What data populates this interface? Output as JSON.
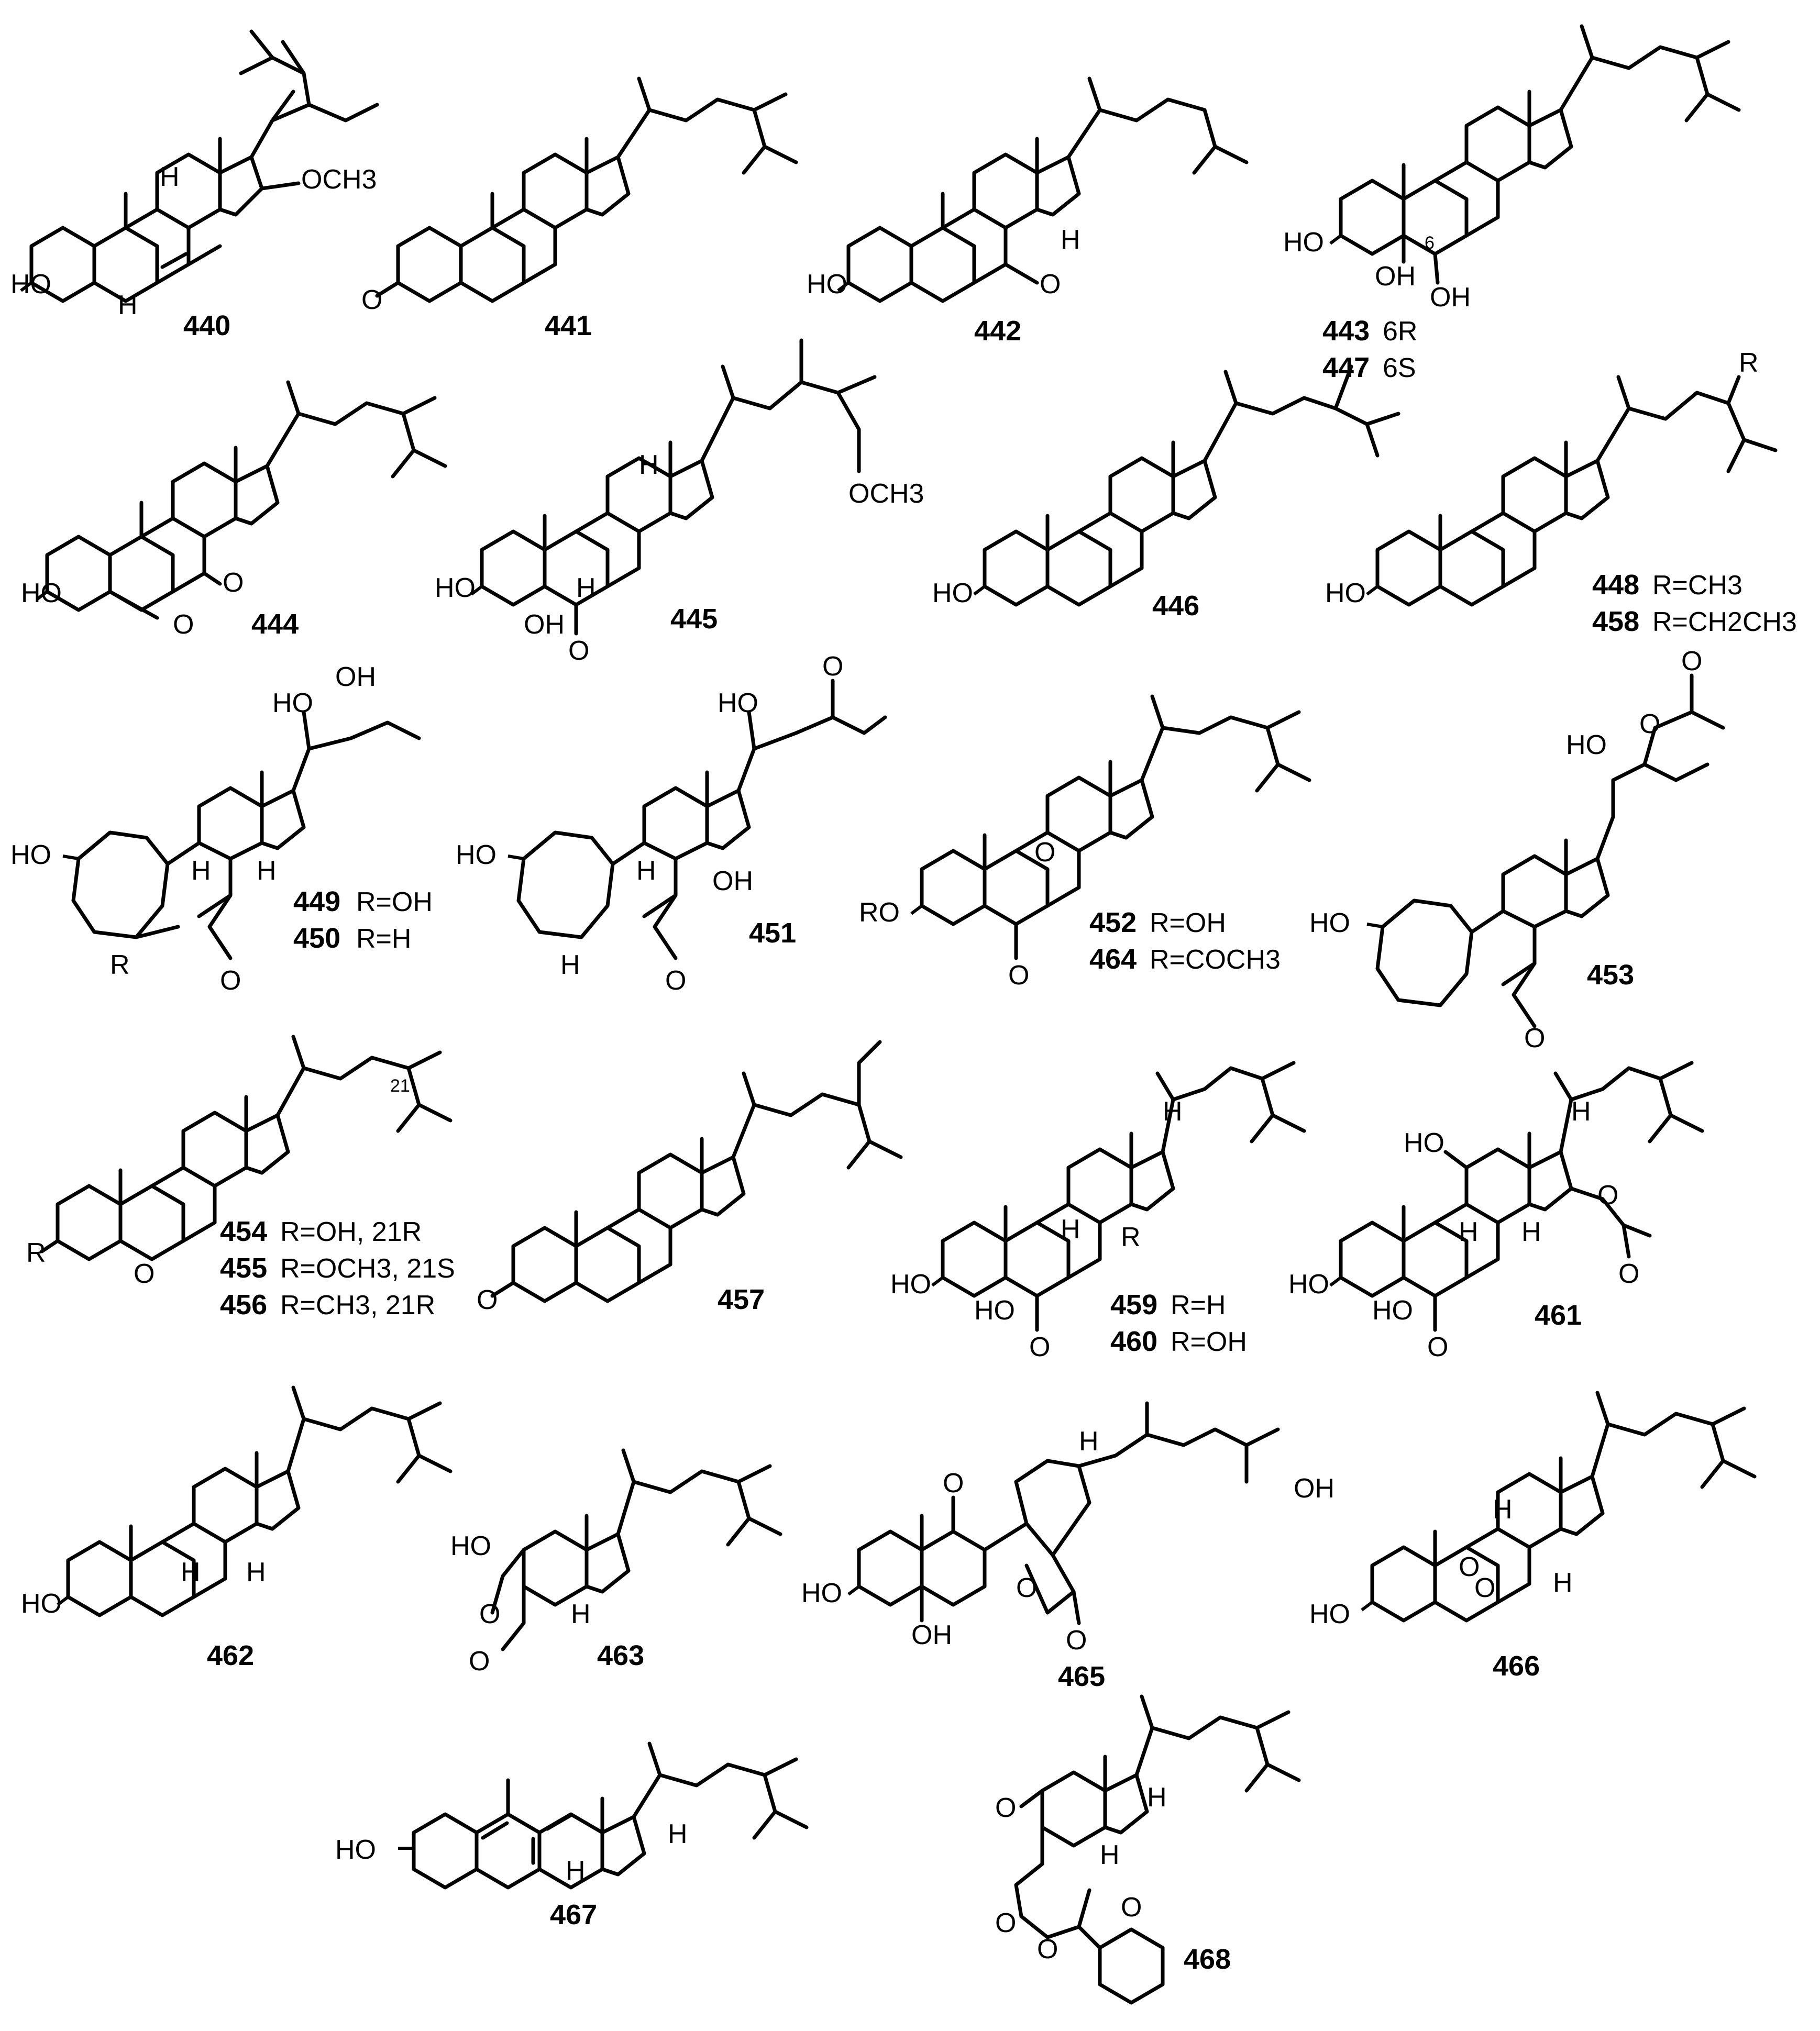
{
  "compounds": [
    {
      "id": "440",
      "labels": [
        "HO",
        "H",
        "H",
        "OCH3"
      ]
    },
    {
      "id": "441",
      "labels": [
        "O"
      ]
    },
    {
      "id": "442",
      "labels": [
        "HO",
        "O",
        "H"
      ]
    },
    {
      "id": "443",
      "variant": "6R",
      "labels": [
        "HO",
        "OH",
        "OH",
        "6"
      ]
    },
    {
      "id": "447",
      "variant": "6S"
    },
    {
      "id": "444",
      "labels": [
        "HO",
        "O",
        "O"
      ]
    },
    {
      "id": "445",
      "labels": [
        "HO",
        "OH",
        "H",
        "O",
        "H",
        "OCH3"
      ]
    },
    {
      "id": "446",
      "labels": [
        "HO"
      ]
    },
    {
      "id": "448",
      "variant": "R=CH3",
      "labels": [
        "HO",
        "R"
      ]
    },
    {
      "id": "458",
      "variant": "R=CH2CH3"
    },
    {
      "id": "449",
      "variant": "R=OH",
      "labels": [
        "HO",
        "HO",
        "OH",
        "H",
        "H",
        "R",
        "O"
      ]
    },
    {
      "id": "450",
      "variant": "R=H"
    },
    {
      "id": "451",
      "labels": [
        "HO",
        "HO",
        "O",
        "H",
        "OH",
        "H",
        "O"
      ]
    },
    {
      "id": "452",
      "variant": "R=OH",
      "labels": [
        "RO",
        "O",
        "O"
      ]
    },
    {
      "id": "464",
      "variant": "R=COCH3"
    },
    {
      "id": "453",
      "labels": [
        "HO",
        "HO",
        "O",
        "O",
        "O"
      ]
    },
    {
      "id": "454",
      "variant": "R=OH, 21R",
      "labels": [
        "R",
        "O",
        "21"
      ]
    },
    {
      "id": "455",
      "variant": "R=OCH3, 21S"
    },
    {
      "id": "456",
      "variant": "R=CH3, 21R"
    },
    {
      "id": "457",
      "labels": [
        "O"
      ]
    },
    {
      "id": "459",
      "variant": "R=H",
      "labels": [
        "HO",
        "HO",
        "O",
        "H",
        "R",
        "H"
      ]
    },
    {
      "id": "460",
      "variant": "R=OH"
    },
    {
      "id": "461",
      "labels": [
        "HO",
        "HO",
        "HO",
        "O",
        "H",
        "H",
        "H",
        "O",
        "O"
      ]
    },
    {
      "id": "462",
      "labels": [
        "HO",
        "H",
        "H"
      ]
    },
    {
      "id": "463",
      "labels": [
        "HO",
        "O",
        "O",
        "H"
      ]
    },
    {
      "id": "465",
      "labels": [
        "HO",
        "OH",
        "O",
        "O",
        "O",
        "H",
        "OH"
      ]
    },
    {
      "id": "466",
      "labels": [
        "HO",
        "H",
        "H",
        "O",
        "O"
      ]
    },
    {
      "id": "467",
      "labels": [
        "HO",
        "H",
        "H"
      ]
    },
    {
      "id": "468",
      "labels": [
        "O",
        "O",
        "O",
        "O",
        "H",
        "H"
      ]
    }
  ]
}
